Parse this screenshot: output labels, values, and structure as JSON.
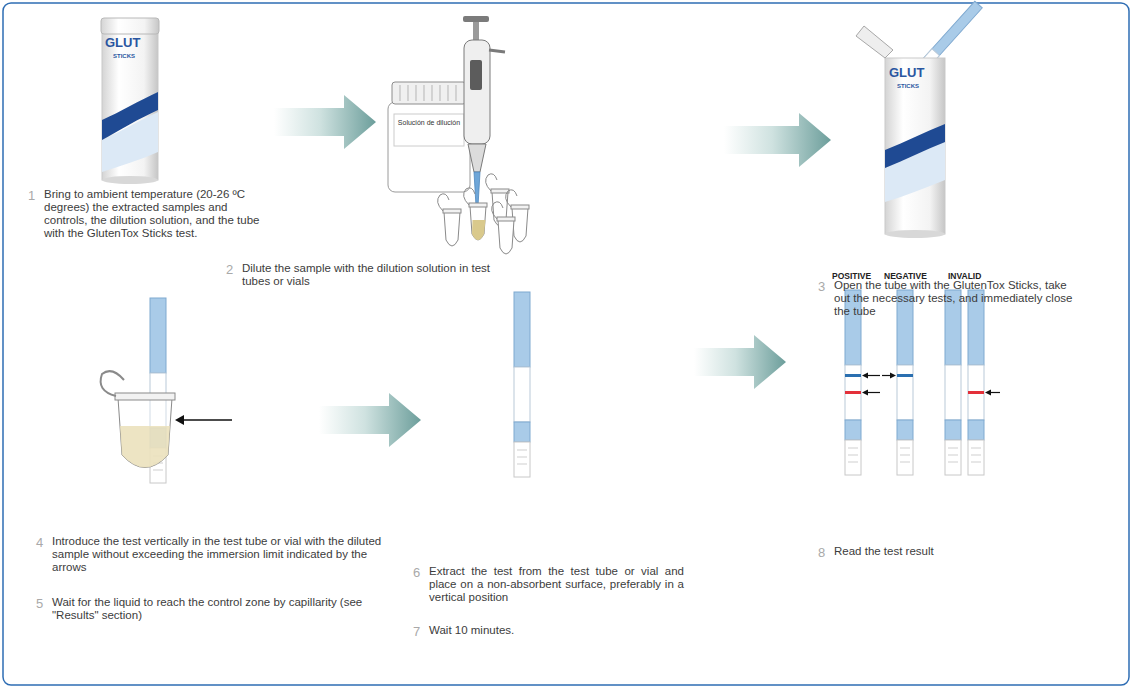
{
  "diagram": {
    "nodes": [
      {
        "text": [
          "1",
          "Bring to ambient temperature (20-26 ºC degrees) the extracted samples and controls, the dilution solution, and the tube with the GlutenTox Sticks test."
        ]
      },
      {
        "text": [
          "2",
          "Dilute the sample with the dilution solution in test tubes or vials"
        ]
      },
      {
        "text": [
          "3",
          "Open the tube with the GlutenTox Sticks, take out the necessary tests, and immediately close the tube"
        ]
      },
      {
        "text": [
          "4",
          "Introduce the test vertically in the test tube or vial with the diluted sample without exceeding the immersion limit indicated by the arrows"
        ]
      },
      {
        "text": [
          "5",
          "Wait for the liquid to reach the control zone by capillarity (see \"Results\" section)"
        ]
      },
      {
        "text": [
          "6",
          "Extract the test from the test tube or vial and place on a non-absorbent surface, preferably in a vertical position"
        ]
      },
      {
        "text": [
          "7",
          "Wait 10 minutes."
        ]
      },
      {
        "text": [
          "8",
          "Read the test result"
        ]
      }
    ],
    "edges": [
      {
        "from": 0,
        "to": 1,
        "arrow": "to"
      },
      {
        "from": 1,
        "to": 2,
        "arrow": "to"
      },
      {
        "from": 3,
        "to": 5,
        "arrow": "to"
      },
      {
        "from": 5,
        "to": 7,
        "arrow": "to"
      }
    ],
    "labels": [
      "GLUT",
      "STICKS",
      "Solución de dilución",
      "GLUT",
      "STICKS",
      "POSITIVE",
      "NEGATIVE",
      "INVALID"
    ]
  }
}
